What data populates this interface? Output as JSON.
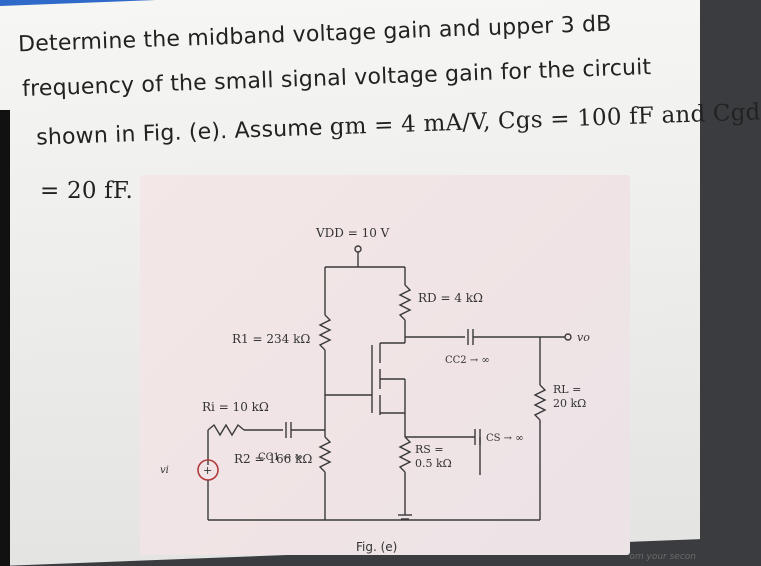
{
  "question": {
    "line1": "Determine the midband voltage gain and upper 3 dB",
    "line2": "frequency of the small signal voltage gain for the circuit",
    "line3_text": "shown in Fig. (e). Assume ",
    "line3_math": "gm = 4 mA/V, Cgs = 100 fF and Cgd",
    "line4": "= 20 fF."
  },
  "figure": {
    "vdd": "VDD = 10 V",
    "rd": "RD = 4 kΩ",
    "r1": "R1 = 234 kΩ",
    "ri": "Ri = 10 kΩ",
    "cc1": "CC1 → ∞",
    "cc2": "CC2 → ∞",
    "r2": "R2 = 166 kΩ",
    "rs_line1": "RS =",
    "rs_line2": "0.5 kΩ",
    "cs": "CS → ∞",
    "rl_line1": "RL =",
    "rl_line2": "20 kΩ",
    "vo": "vo",
    "vi": "vi",
    "plus": "+",
    "caption": "Fig. (e)"
  },
  "footer": "om your secon"
}
